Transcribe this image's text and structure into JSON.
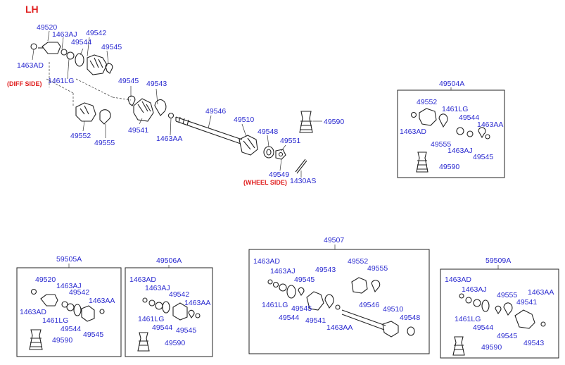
{
  "header": {
    "side_code": "LH"
  },
  "side_labels": {
    "diff": "(DIFF SIDE)",
    "wheel": "(WHEEL SIDE)"
  },
  "main_parts": {
    "p49520": "49520",
    "p1463AJ": "1463AJ",
    "p49542": "49542",
    "p49544": "49544",
    "p49545_a": "49545",
    "p1463AD": "1463AD",
    "p1461LG": "1461LG",
    "p49545_b": "49545",
    "p49543": "49543",
    "p49546": "49546",
    "p49510": "49510",
    "p49590": "49590",
    "p49541": "49541",
    "p1463AA": "1463AA",
    "p49548": "49548",
    "p49551": "49551",
    "p49552": "49552",
    "p49555": "49555",
    "p49549": "49549",
    "p1430AS": "1430AS"
  },
  "kits": {
    "k49504A": {
      "title": "49504A",
      "labels": {
        "49552": "49552",
        "1461LG": "1461LG",
        "1463AD": "1463AD",
        "49544": "49544",
        "1463AA": "1463AA",
        "49555": "49555",
        "1463AJ": "1463AJ",
        "49545": "49545",
        "49590": "49590"
      }
    },
    "k59505A": {
      "title": "59505A",
      "labels": {
        "49520": "49520",
        "1463AJ": "1463AJ",
        "49542": "49542",
        "1463AD": "1463AD",
        "1463AA": "1463AA",
        "1461LG": "1461LG",
        "49544": "49544",
        "49545": "49545",
        "49590": "49590"
      }
    },
    "k49506A": {
      "title": "49506A",
      "labels": {
        "1463AD": "1463AD",
        "1463AJ": "1463AJ",
        "49542": "49542",
        "1463AA": "1463AA",
        "1461LG": "1461LG",
        "49544": "49544",
        "49545": "49545",
        "49590": "49590"
      }
    },
    "k49507": {
      "title": "49507",
      "labels": {
        "1463AD": "1463AD",
        "1463AJ": "1463AJ",
        "49545_a": "49545",
        "49543": "49543",
        "49552": "49552",
        "49555": "49555",
        "1461LG": "1461LG",
        "49545_b": "49545",
        "49544": "49544",
        "49541": "49541",
        "1463AA": "1463AA",
        "49546": "49546",
        "49510": "49510",
        "49548": "49548"
      }
    },
    "k59509A": {
      "title": "59509A",
      "labels": {
        "1463AD": "1463AD",
        "1463AJ": "1463AJ",
        "49555": "49555",
        "1463AA": "1463AA",
        "49541": "49541",
        "1461LG": "1461LG",
        "49544": "49544",
        "49545": "49545",
        "49590": "49590",
        "49543": "49543"
      }
    }
  },
  "colors": {
    "label": "#2a2ad0",
    "accent": "#e02020",
    "line": "#222222"
  }
}
